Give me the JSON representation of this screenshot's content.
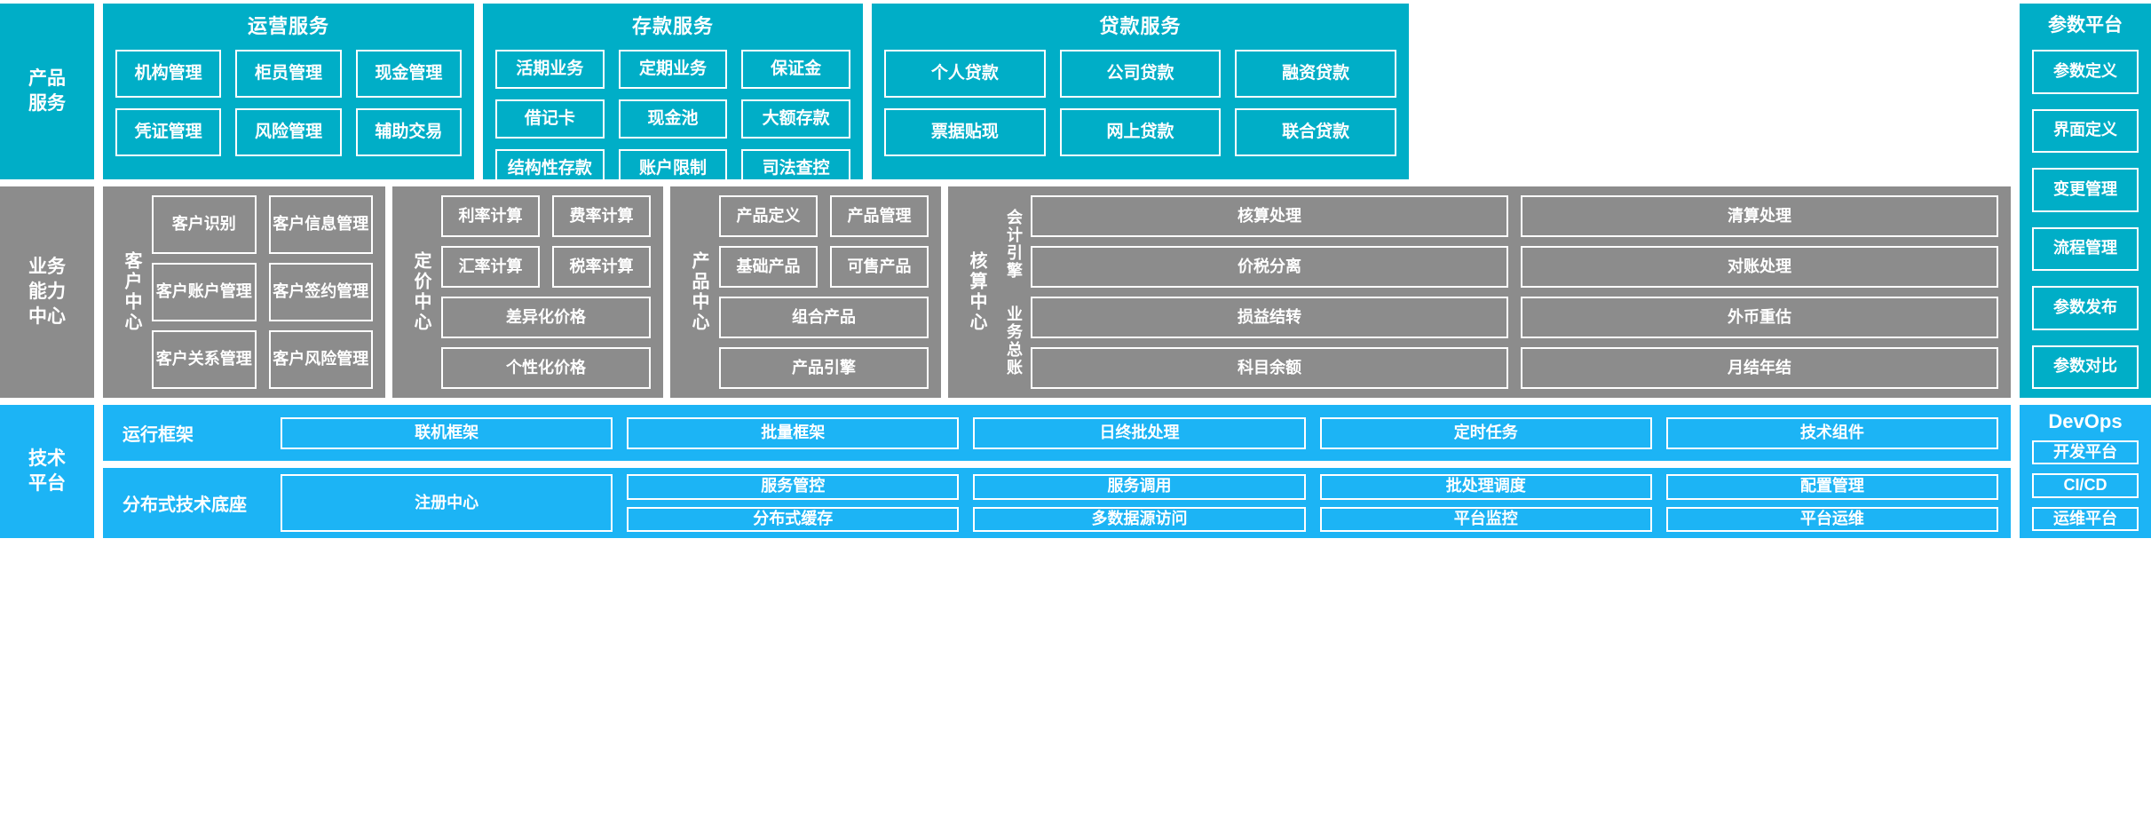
{
  "colors": {
    "cyan": "#00AEC7",
    "gray": "#8C8C8C",
    "blue": "#1CB4F5",
    "cell_border": "#FFFFFF",
    "text": "#FFFFFF"
  },
  "layers": {
    "product_service": {
      "rail_label": "产品\n服务",
      "rail_line1": "产品",
      "rail_line2": "服务",
      "groups": [
        {
          "title": "运营服务",
          "items": [
            "机构管理",
            "柜员管理",
            "现金管理",
            "凭证管理",
            "风险管理",
            "辅助交易"
          ]
        },
        {
          "title": "存款服务",
          "items": [
            "活期业务",
            "定期业务",
            "保证金",
            "借记卡",
            "现金池",
            "大额存款",
            "结构性存款",
            "账户限制",
            "司法查控"
          ]
        },
        {
          "title": "贷款服务",
          "items": [
            "个人贷款",
            "公司贷款",
            "融资贷款",
            "票据贴现",
            "网上贷款",
            "联合贷款"
          ]
        }
      ]
    },
    "business_capability": {
      "rail_line1": "业务",
      "rail_line2": "能力",
      "rail_line3": "中心",
      "centers": [
        {
          "name": "客户中心",
          "items": [
            "客户识别",
            "客户信息管理",
            "客户账户管理",
            "客户签约管理",
            "客户关系管理",
            "客户风险管理"
          ]
        },
        {
          "name": "定价中心",
          "items": [
            "利率计算",
            "费率计算",
            "汇率计算",
            "税率计算",
            "差异化价格",
            "个性化价格"
          ]
        },
        {
          "name": "产品中心",
          "items": [
            "产品定义",
            "产品管理",
            "基础产品",
            "可售产品",
            "组合产品",
            "产品引擎"
          ]
        },
        {
          "name": "核算中心",
          "sub_labels": [
            "会计引擎",
            "业务总账"
          ],
          "items": [
            "核算处理",
            "清算处理",
            "价税分离",
            "对账处理",
            "损益结转",
            "外币重估",
            "科目余额",
            "月结年结"
          ]
        }
      ]
    },
    "technology_platform": {
      "rail_line1": "技术",
      "rail_line2": "平台",
      "rows": [
        {
          "label": "运行框架",
          "items": [
            "联机框架",
            "批量框架",
            "日终批处理",
            "定时任务",
            "技术组件"
          ]
        },
        {
          "label": "分布式技术底座",
          "single": "注册中心",
          "columns": [
            [
              "服务管控",
              "分布式缓存"
            ],
            [
              "服务调用",
              "多数据源访问"
            ],
            [
              "批处理调度",
              "平台监控"
            ],
            [
              "配置管理",
              "平台运维"
            ]
          ]
        }
      ]
    }
  },
  "param_platform": {
    "title": "参数平台",
    "items": [
      "参数定义",
      "界面定义",
      "变更管理",
      "流程管理",
      "参数发布",
      "参数对比"
    ]
  },
  "devops": {
    "title": "DevOps",
    "items": [
      "开发平台",
      "CI/CD",
      "运维平台"
    ]
  }
}
